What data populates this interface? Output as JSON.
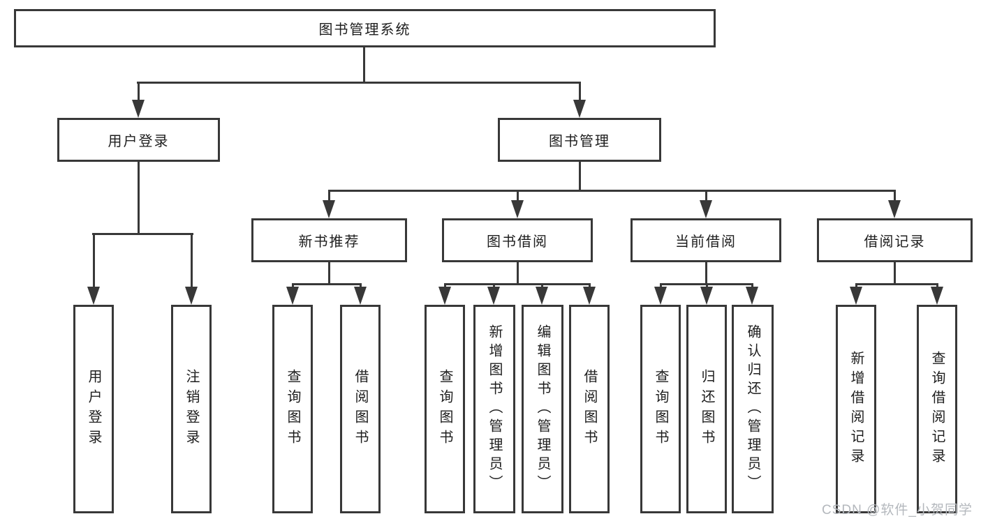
{
  "title": "图书管理系统",
  "watermark": "CSDN @软件_小贺同学",
  "colors": {
    "line": "#383838",
    "text": "#1e1e1e",
    "background": "#ffffff",
    "watermark": "#b4b8bd"
  },
  "nodes": {
    "root": "图书管理系统",
    "user_login": "用户登录",
    "book_mgmt": "图书管理",
    "new_book": "新书推荐",
    "book_borrow": "图书借阅",
    "current_borrow": "当前借阅",
    "borrow_record": "借阅记录",
    "leaf_user_login": "用户登录",
    "leaf_logout": "注销登录",
    "nb_query": "查询图书",
    "nb_borrow": "借阅图书",
    "bb_query": "查询图书",
    "bb_add": "新增图书（管理员）",
    "bb_edit": "编辑图书（管理员）",
    "bb_borrow": "借阅图书",
    "cb_query": "查询图书",
    "cb_return": "归还图书",
    "cb_confirm": "确认归还（管理员）",
    "br_add": "新增借阅记录",
    "br_query": "查询借阅记录"
  },
  "hierarchy": {
    "图书管理系统": {
      "用户登录": [
        "用户登录",
        "注销登录"
      ],
      "图书管理": {
        "新书推荐": [
          "查询图书",
          "借阅图书"
        ],
        "图书借阅": [
          "查询图书",
          "新增图书（管理员）",
          "编辑图书（管理员）",
          "借阅图书"
        ],
        "当前借阅": [
          "查询图书",
          "归还图书",
          "确认归还（管理员）"
        ],
        "借阅记录": [
          "新增借阅记录",
          "查询借阅记录"
        ]
      }
    }
  }
}
